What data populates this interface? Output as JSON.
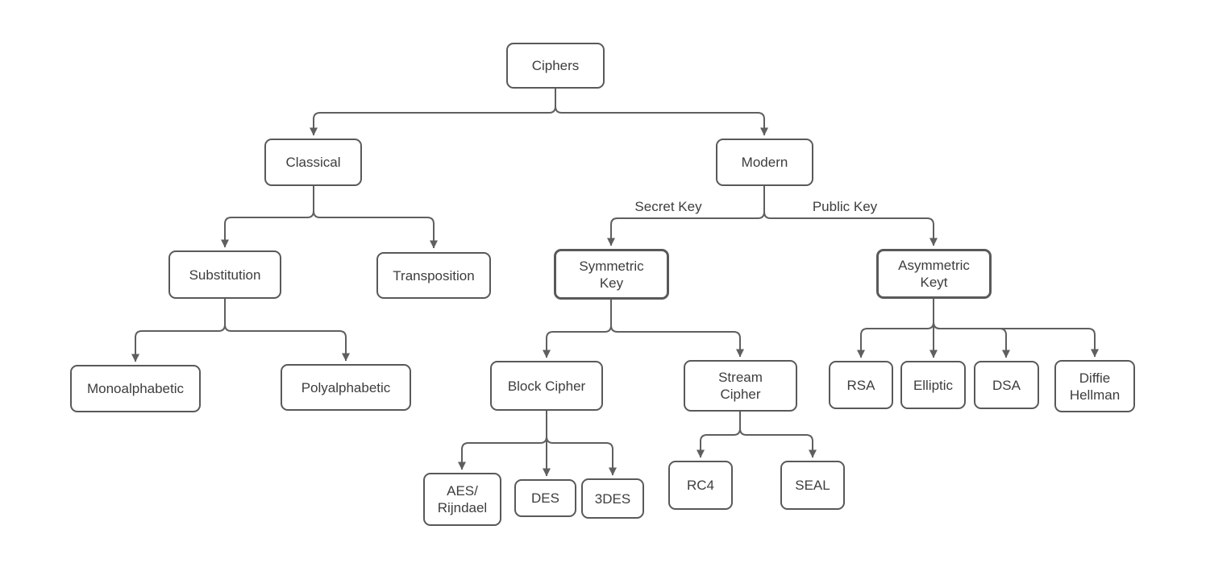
{
  "diagram": {
    "nodes": {
      "ciphers": "Ciphers",
      "classical": "Classical",
      "modern": "Modern",
      "substitution": "Substitution",
      "transposition": "Transposition",
      "symmetric_key": [
        "Symmetric",
        "Key"
      ],
      "asymmetric_key": [
        "Asymmetric",
        "Keyt"
      ],
      "monoalphabetic": "Monoalphabetic",
      "polyalphabetic": "Polyalphabetic",
      "block_cipher": "Block Cipher",
      "stream_cipher": [
        "Stream",
        "Cipher"
      ],
      "aes_rijndael": [
        "AES/",
        "Rijndael"
      ],
      "des": "DES",
      "triple_des": "3DES",
      "rc4": "RC4",
      "seal": "SEAL",
      "rsa": "RSA",
      "elliptic": "Elliptic",
      "dsa": "DSA",
      "diffie_hellman": [
        "Diffie",
        "Hellman"
      ]
    },
    "edge_labels": {
      "secret_key": "Secret Key",
      "public_key": "Public Key"
    },
    "colors": {
      "box_border": "#595959",
      "connector": "#5f5f5f",
      "text": "#3d3d3d",
      "background": "#ffffff"
    }
  }
}
